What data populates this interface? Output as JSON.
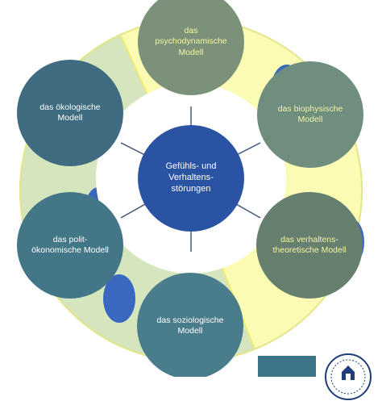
{
  "diagram": {
    "center": {
      "label": "Gefühls- und\nVerhaltens-\nstörungen"
    },
    "models": [
      {
        "id": "psychodynamisch",
        "label": "das\npsychodynamische\nModell"
      },
      {
        "id": "biophysisch",
        "label": "das biophysische\nModell"
      },
      {
        "id": "verhaltenstheoretisch",
        "label": "das verhaltens-\ntheoretische Modell"
      },
      {
        "id": "soziologisch",
        "label": "das soziologische\nModell"
      },
      {
        "id": "politoekonomisch",
        "label": "das polit-\nökonomische Modell"
      },
      {
        "id": "oekologisch",
        "label": "das ökologische\nModell"
      }
    ]
  },
  "colors": {
    "ring_green": "#d5e5bd",
    "ring_yellow": "#fbfbb3",
    "ring_border_green": "#b9d38a",
    "ring_border_yellow": "#f0ec70",
    "accent_blue": "#3a68c0",
    "center_fill": "#2a53a3",
    "text_light": "#ffffff",
    "text_yellow": "#f4f3a0",
    "footer_box": "#3e7488"
  }
}
